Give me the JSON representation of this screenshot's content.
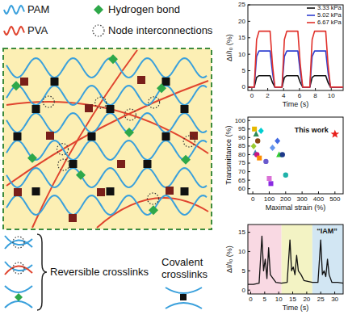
{
  "diagram": {
    "labels": [
      "ΔI/I₀ (%)",
      "0",
      "5",
      "10",
      "15",
      "20",
      "25",
      "0",
      "2",
      "4",
      "6",
      "8",
      "10",
      "Time (s)",
      "Transmittance (%)",
      "60",
      "65",
      "70",
      "75",
      "80",
      "85",
      "90",
      "95",
      "100",
      "0",
      "100",
      "200",
      "300",
      "400",
      "500",
      "Maximal strain (%)",
      "This work",
      "ΔI/I₀ (%)",
      "0",
      "5",
      "10",
      "15",
      "0",
      "5",
      "10",
      "15",
      "20",
      "25",
      "30",
      "Time (s)",
      "“IAM”"
    ],
    "legend": [
      {
        "text": "PAM"
      },
      {
        "text": "Hydrogen bond"
      },
      {
        "text": "PVA"
      },
      {
        "text": "Node interconnections"
      },
      {
        "text": "Reversible crosslinks"
      },
      {
        "text": "Covalent crosslinks"
      },
      {
        "text": "3.33 kPa"
      },
      {
        "text": "5.02 kPa"
      },
      {
        "text": "6.67 kPa"
      }
    ]
  }
}
